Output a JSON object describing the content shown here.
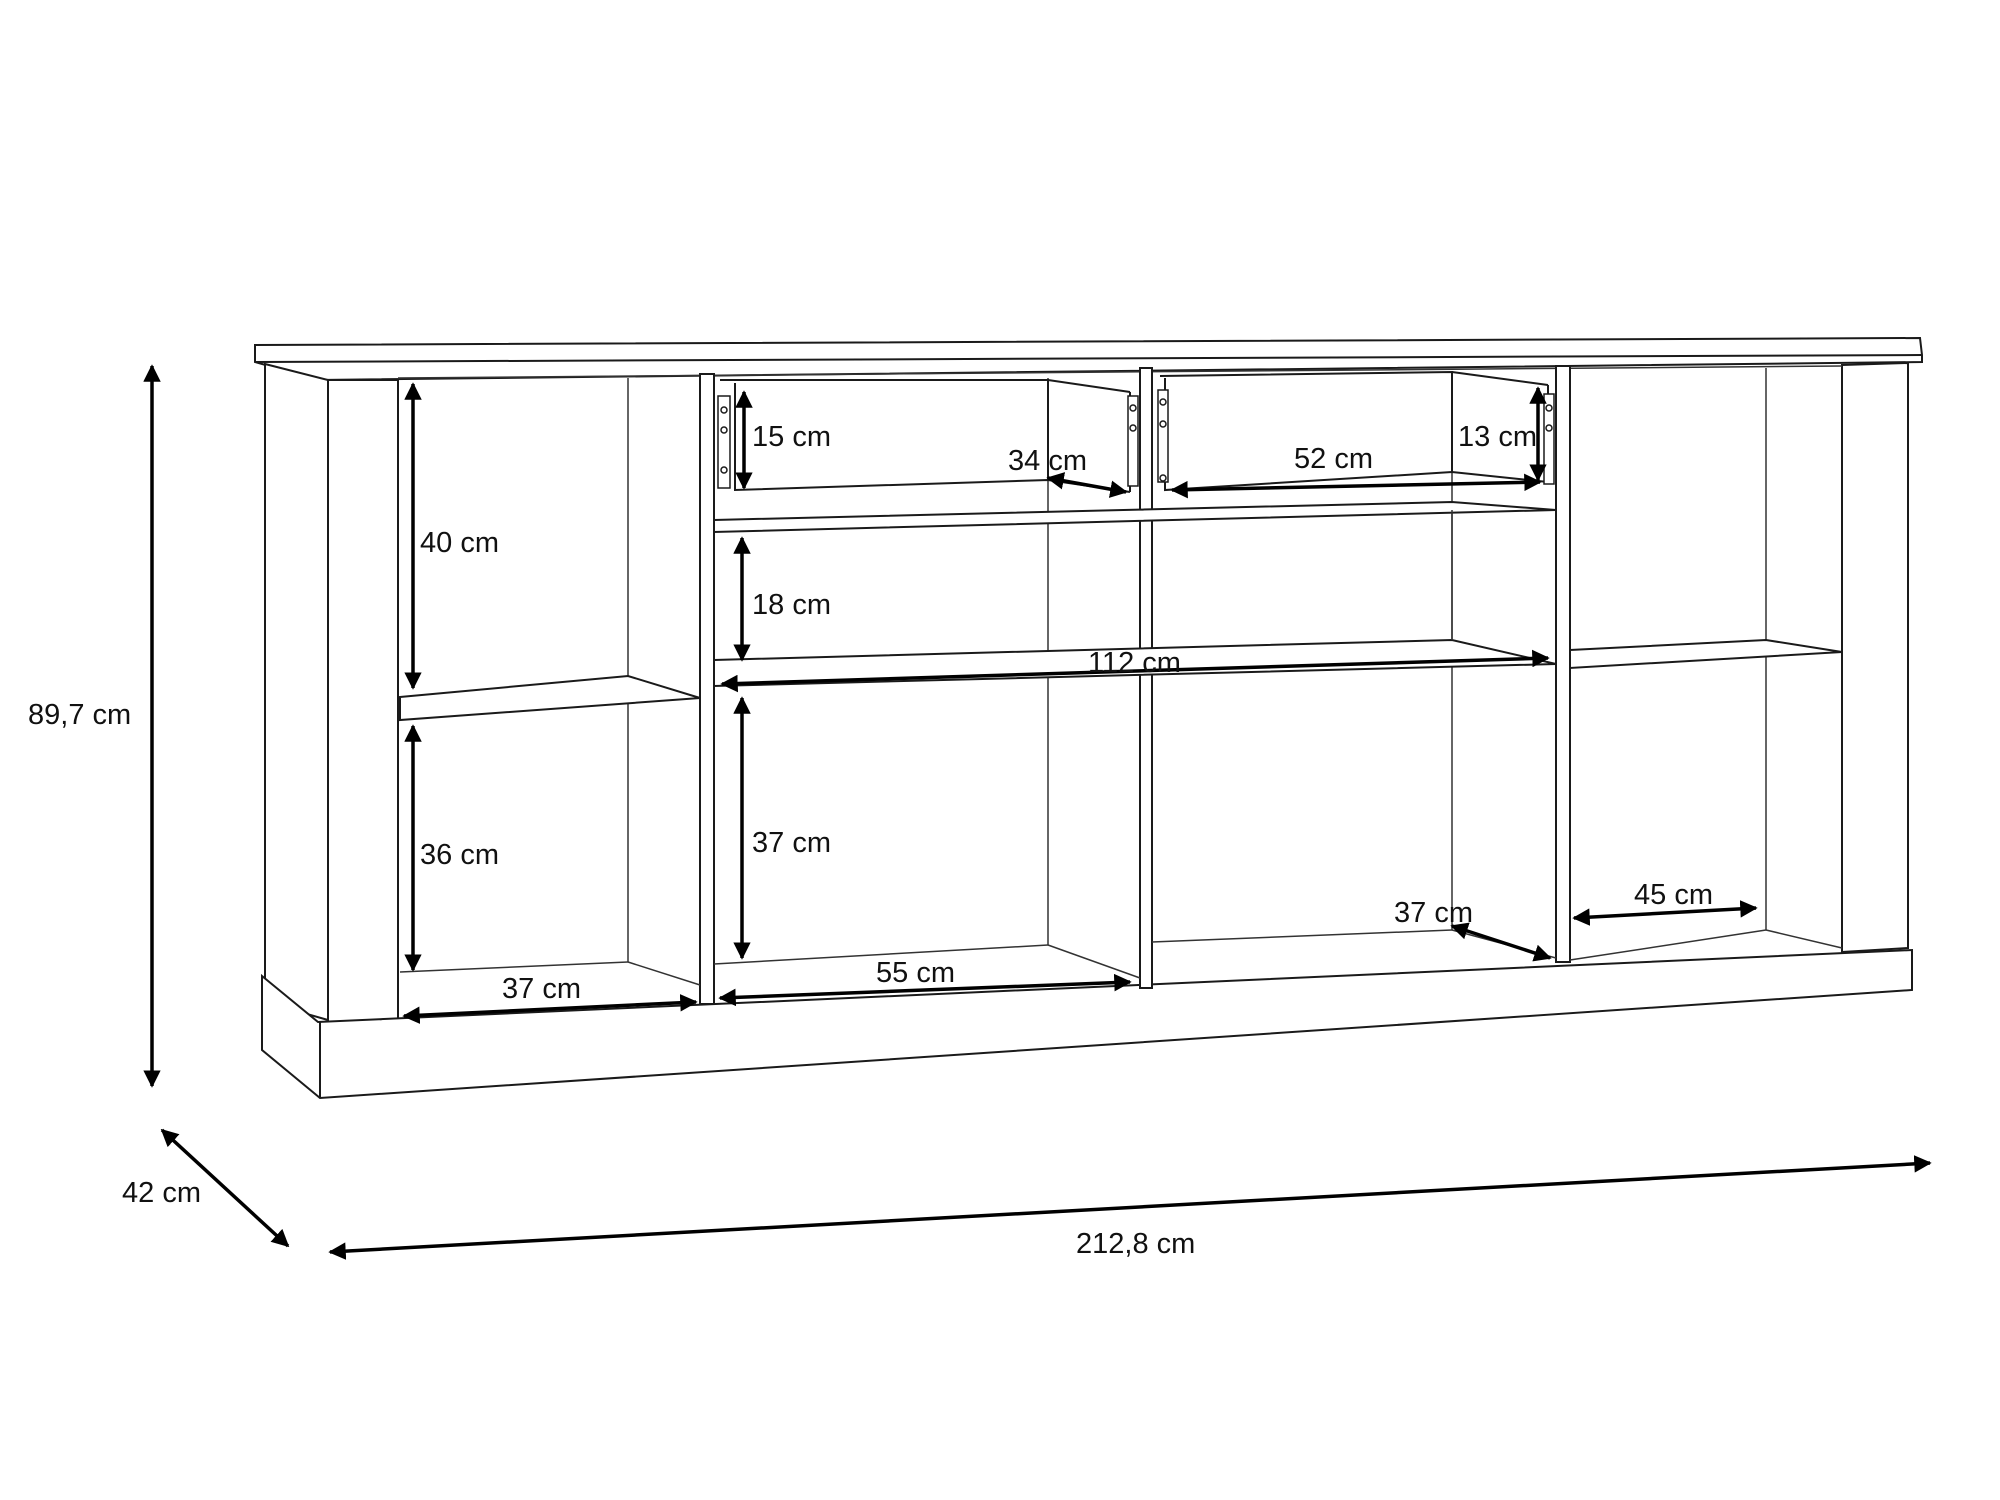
{
  "dimensions": {
    "height_total": "89,7 cm",
    "depth_total": "42 cm",
    "width_total": "212,8 cm",
    "left_upper_height": "40 cm",
    "left_lower_height": "36 cm",
    "left_depth": "37 cm",
    "drawer_left_height": "15 cm",
    "drawer_left_depth": "34 cm",
    "drawer_right_width": "52 cm",
    "drawer_right_height": "13 cm",
    "center_upper_height": "18 cm",
    "center_width": "112 cm",
    "center_lower_height": "37 cm",
    "center_left_width": "55 cm",
    "center_right_depth": "37 cm",
    "right_width": "45 cm"
  }
}
